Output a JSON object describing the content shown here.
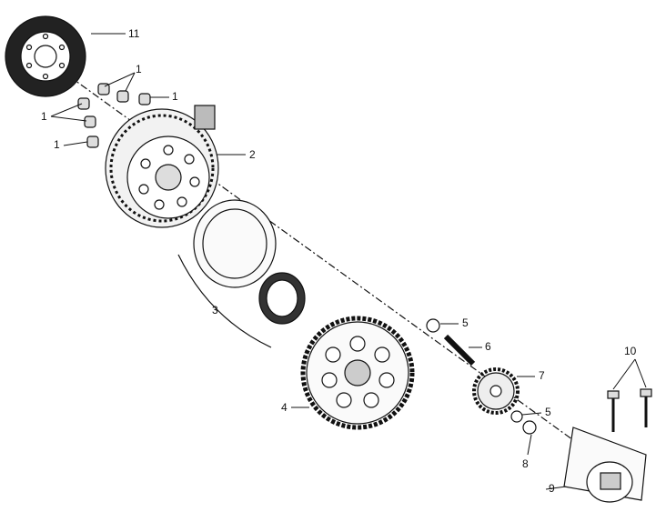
{
  "diagram": {
    "callouts": [
      {
        "id": "11",
        "text": "11"
      },
      {
        "id": "1a",
        "text": "1"
      },
      {
        "id": "1b",
        "text": "1"
      },
      {
        "id": "1c",
        "text": "1"
      },
      {
        "id": "1d",
        "text": "1"
      },
      {
        "id": "2",
        "text": "2"
      },
      {
        "id": "3",
        "text": "3"
      },
      {
        "id": "4",
        "text": "4"
      },
      {
        "id": "5a",
        "text": "5"
      },
      {
        "id": "6",
        "text": "6"
      },
      {
        "id": "7",
        "text": "7"
      },
      {
        "id": "5b",
        "text": "5"
      },
      {
        "id": "8",
        "text": "8"
      },
      {
        "id": "9",
        "text": "9"
      },
      {
        "id": "10",
        "text": "10"
      }
    ]
  }
}
